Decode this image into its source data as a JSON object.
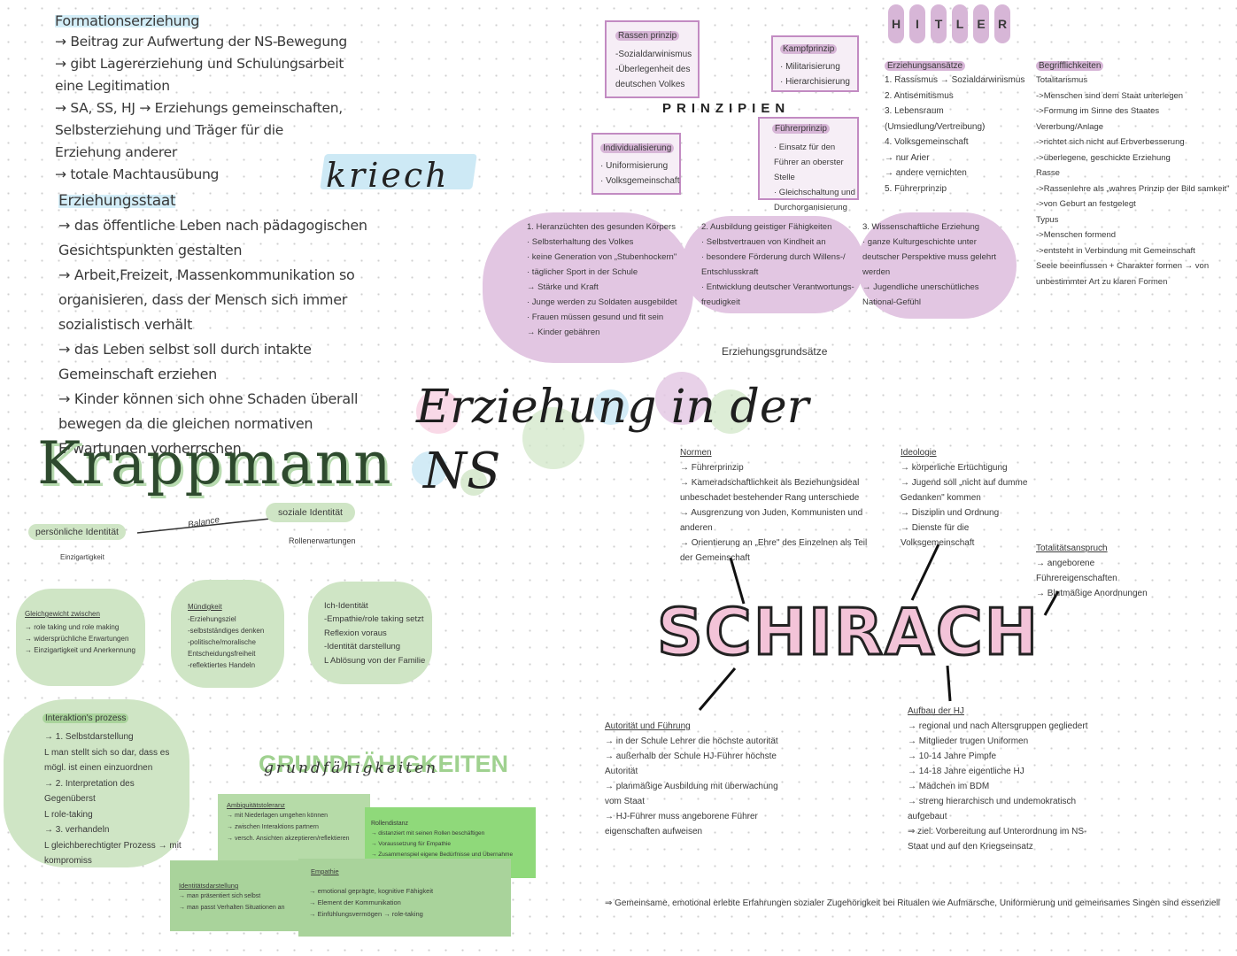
{
  "formation": {
    "heading": "Formationserziehung",
    "body": "→ Beitrag zur Aufwertung der NS-Bewegung\n→ gibt Lagererziehung und Schulungsarbeit eine Legitimation\n→ SA, SS, HJ → Erziehungs gemeinschaften, Selbsterziehung und Träger für die Erziehung anderer\n→ totale Machtausübung"
  },
  "krieck_title": "kriech",
  "erziehungsstaat": {
    "heading": "Erziehungsstaat",
    "body": "→ das öffentliche Leben nach pädagogischen Gesichtspunkten gestalten\n→ Arbeit,Freizeit, Massenkommunikation so organisieren, dass der Mensch sich immer sozialistisch verhält\n→ das Leben selbst soll durch intakte Gemeinschaft erziehen\n→ Kinder können sich ohne Schaden überall bewegen da die gleichen normativen Erwartungen vorherrschen"
  },
  "krappmann": {
    "title": "Krappmann",
    "persoenliche": "persönliche Identität",
    "einzigartigkeit": "Einzigartigkeit",
    "balance": "Balance",
    "soziale": "soziale Identität",
    "rollen": "Rollenerwartungen"
  },
  "green_clouds": [
    {
      "title": "Gleichgewicht zwischen",
      "body": "→ role taking und role making\n→ widersprüchliche Erwartungen\n→ Einzigartigkeit und Anerkennung"
    },
    {
      "title": "Mündigkeit",
      "body": "-Erziehungsziel\n-selbstständiges denken\n-politische/moralische Entscheidungsfreiheit\n-reflektiertes Handeln"
    },
    {
      "title": "Ich-Identität",
      "body": "-Empathie/role taking setzt Reflexion voraus\n-Identität darstellung\nL Ablösung von der Familie"
    },
    {
      "title": "Interaktion's prozess",
      "body": "→ 1. Selbstdarstellung\nL man stellt sich so dar, dass es mögl. ist einen einzuordnen\n→ 2. Interpretation des Gegenüberst\nL role-taking\n→ 3. verhandeln\nL gleichberechtigter Prozess → mit kompromiss"
    }
  ],
  "grundfaehigkeiten": {
    "title": "GRUNDFÄHIGKEITEN",
    "script": "grundfähigkeiten",
    "boxes": [
      {
        "title": "Ambiguitätstoleranz",
        "body": "→ mit Niederlagen umgehen können\n→ zwischen Interaktions partnern\n→ versch. Ansichten akzeptieren/reflektieren"
      },
      {
        "title": "Rollendistanz",
        "body": "→ distanziert mit seinen Rollen beschäftigen\n→ Voraussetzung für Empathie\n→ Zusammenspiel eigene Bedürfnisse und Übernahme anderer Rollen"
      },
      {
        "title": "Identitätsdarstellung",
        "body": "→ man präsentiert sich selbst\n→ man passt Verhalten Situationen an"
      },
      {
        "title": "Empathie",
        "body": "→ emotional geprägte, kognitive Fähigkeit\n→ Element der Kommunikation\n→ Einfühlungsvermögen → role-taking"
      }
    ]
  },
  "main_title": {
    "line1": "Erziehung in der",
    "line2": "NS"
  },
  "prinzipien": {
    "label": "PRINZIPIEN",
    "boxes": [
      {
        "title": "Rassen prinzip",
        "body": "-Sozialdarwinismus\n-Überlegenheit des deutschen Volkes"
      },
      {
        "title": "Kampfprinzip",
        "body": "· Militarisierung\n· Hierarchisierung"
      },
      {
        "title": "Individualisierung",
        "body": "· Uniformisierung\n· Volksgemeinschaft"
      },
      {
        "title": "Führerprinzip",
        "body": "· Einsatz für den Führer an oberster Stelle\n· Gleichschaltung und Durchorganisierung"
      }
    ]
  },
  "purple_clouds": [
    {
      "body": "1. Heranzüchten des gesunden Körpers\n· Selbsterhaltung des Volkes\n· keine Generation von „Stubenhockern\"\n· täglicher Sport in der Schule\n→ Stärke und Kraft\n· Junge werden zu Soldaten ausgebildet\n· Frauen müssen gesund und fit sein\n→ Kinder gebähren"
    },
    {
      "body": "2. Ausbildung geistiger Fähigkeiten\n· Selbstvertrauen von Kindheit an\n· besondere Förderung durch Willens-/ Entschlusskraft\n· Entwicklung deutscher Verantwortungs-freudigkeit"
    },
    {
      "body": "3. Wissenschaftliche Erziehung\n· ganze Kulturgeschichte unter deutscher Perspektive muss gelehrt werden\n→ Jugendliche unerschütliches National-Gefühl"
    }
  ],
  "erziehungsgrundsaetze": "Erziehungsgrundsätze",
  "hitler": {
    "letters": [
      "H",
      "I",
      "T",
      "L",
      "E",
      "R"
    ],
    "ansaetze_heading": "Erziehungsansätze",
    "ansaetze_body": "1. Rassismus → Sozialdarwinismus\n2. Antisemitismus\n3. Lebensraum (Umsiedlung/Vertreibung)\n4. Volksgemeinschaft\n→ nur Arier\n→ andere vernichten\n5. Führerprinzip",
    "begriff_heading": "Begrifflichkeiten",
    "begriff_body": "Totalitarismus\n->Menschen sind dem Staat unterlegen\n->Formung im Sinne des Staates\nVererbung/Anlage\n->richtet sich nicht auf Erbverbesserung\n->überlegene, geschickte Erziehung\nRasse\n->Rassenlehre als „wahres Prinzip der Bild samkeit\"\n->von Geburt an festgelegt\nTypus\n->Menschen formend\n->entsteht in Verbindung mit Gemeinschaft\nSeele beeinflussen + Charakter formen → von unbestimmter Art zu klaren Formen"
  },
  "schirach": {
    "title": "SCHIRACH",
    "normen_heading": "Normen",
    "normen_body": "→ Führerprinzip\n→ Kameradschaftlichkeit als Beziehungsideal unbeschadet bestehender Rang unterschiede\n→ Ausgrenzung von Juden, Kommunisten und anderen\n→ Orientierung an „Ehre\" des Einzelnen als Teil der Gemeinschaft",
    "ideologie_heading": "Ideologie",
    "ideologie_body": "→ körperliche Ertüchtigung\n→ Jugend soll „nicht auf dumme Gedanken\" kommen\n→ Disziplin und Ordnung\n→ Dienste für die Volksgemeinschaft",
    "total_heading": "Totalitätsanspruch",
    "total_body": "→ angeborene Führereigenschaften\n→ Blutmäßige Anordnungen",
    "autoritaet_heading": "Autorität und Führung",
    "autoritaet_body": "→ in der Schule Lehrer die höchste autorität\n→ außerhalb der Schule HJ-Führer höchste Autorität\n→ planmäßige Ausbildung mit überwachung vom Staat\n→ HJ-Führer muss angeborene Führer eigenschaften aufweisen",
    "aufbau_heading": "Aufbau der HJ",
    "aufbau_body": "→ regional und nach Altersgruppen gegliedert\n→ Mitglieder trugen Uniformen\n→ 10-14 Jahre Pimpfe\n→ 14-18 Jahre eigentliche HJ\n→ Mädchen im BDM\n→ streng hierarchisch und undemokratisch aufgebaut\n⇒ ziel: Vorbereitung auf Unterordnung im NS-Staat und auf den Kriegseinsatz"
  },
  "footer": "⇒ Gemeinsame, emotional erlebte Erfahrungen sozialer Zugehörigkeit bei Ritualen wie Aufmärsche, Uniformierung und gemeinsames Singen sind essenziell",
  "colors": {
    "purple": "#d7b6d7",
    "green": "#cfe5c5",
    "blue": "#cde9f5",
    "pink": "#f6c9dd"
  }
}
